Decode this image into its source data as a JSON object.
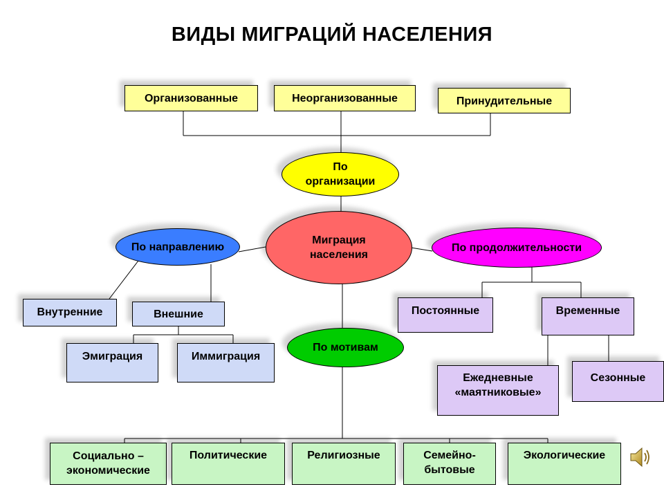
{
  "title": "ВИДЫ МИГРАЦИЙ НАСЕЛЕНИЯ",
  "center": {
    "line1": "Миграция",
    "line2": "населения"
  },
  "organization": {
    "label_line1": "По",
    "label_line2": "организации",
    "items": [
      "Организованные",
      "Неорганизованные",
      "Принудительные"
    ]
  },
  "direction": {
    "label": "По направлению",
    "internal": "Внутренние",
    "external": "Внешние",
    "external_items": [
      "Эмиграция",
      "Иммиграция"
    ]
  },
  "duration": {
    "label": "По продолжительности",
    "permanent": "Постоянные",
    "temporary": "Временные",
    "daily_line1": "Ежедневные",
    "daily_line2": "«маятниковые»",
    "seasonal": "Сезонные"
  },
  "motives": {
    "label": "По мотивам",
    "items": [
      {
        "line1": "Социально –",
        "line2": "экономические"
      },
      {
        "line1": "Политические",
        "line2": ""
      },
      {
        "line1": "Религиозные",
        "line2": ""
      },
      {
        "line1": "Семейно-",
        "line2": "бытовые"
      },
      {
        "line1": "Экологические",
        "line2": ""
      }
    ]
  },
  "colors": {
    "yellow_box": "#ffff99",
    "yellow_ellipse": "#ffff00",
    "center_ellipse": "#ff6666",
    "blue_ellipse": "#3a7dff",
    "magenta_ellipse": "#ff00ff",
    "green_ellipse": "#00cc00",
    "blue_box": "#cfdaf7",
    "violet_box": "#ddc9f6",
    "green_box": "#c8f5c4"
  },
  "speaker_icon": "speaker-icon"
}
